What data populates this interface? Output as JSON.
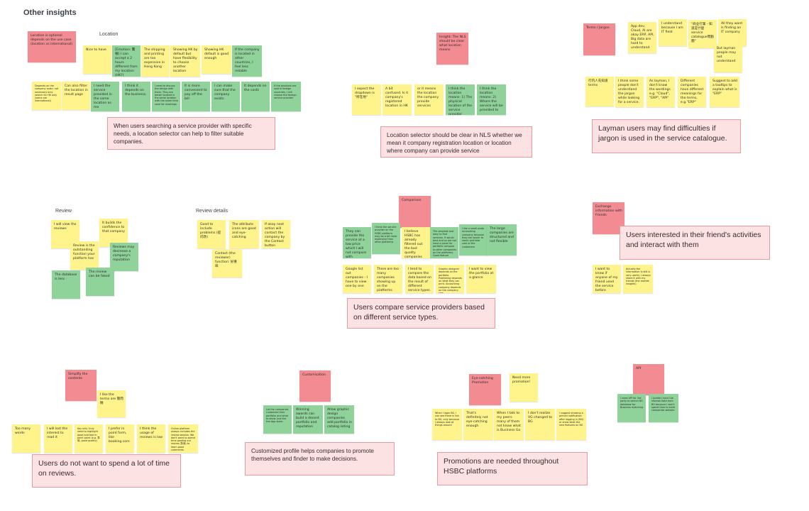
{
  "heading": "Other insights",
  "colors": {
    "yellow_note": "#fff48b",
    "green_note": "#8fd29a",
    "red_note": "#f28b92",
    "callout_fill": "#fde2e4",
    "callout_border": "#e89aa0"
  },
  "labels": {
    "location": "Location",
    "review": "Review",
    "review_details": "Review details"
  },
  "notes": [
    {
      "t": "Location is optional depends on the use case (location vs international)"
    },
    {
      "t": "Nice to have"
    },
    {
      "t": "[Emotion: 驚嚇] I can accept a 2 hours different from my location (HK?)"
    },
    {
      "t": "The shipping and printing are too expensive in Hong Kong"
    },
    {
      "t": "Showing HK by default but have flexibility to choose another location"
    },
    {
      "t": "Showing HK default is good enough"
    },
    {
      "t": "If the company is located in other countries, I feel less reliable"
    },
    {
      "t": "Depends on the company scale; not necessary only search for HK only (some are international)"
    },
    {
      "t": "Can also filter the location in result page"
    },
    {
      "t": "I need the service provided in the same location as me"
    },
    {
      "t": "I think it depends on the business."
    },
    {
      "t": "I need to discuss the design with them. They are better located in the same location with the same time zone for meetings"
    },
    {
      "t": "It is more convenient to pay off the bill"
    },
    {
      "t": "I can make sure that the company exists."
    },
    {
      "t": "It depends on the costs"
    },
    {
      "t": "If the products are sold in foreign countries, I will choose the foreign service provider"
    },
    {
      "t": "Insight: The NLS should be clear what location means"
    },
    {
      "t": "I expect the dropdown is \"所在地\""
    },
    {
      "t": "A bit confused. Is it company's registered location in HK"
    },
    {
      "t": "or it means the location the company provide services"
    },
    {
      "t": "I think the location means: 1) The physical location of the service provider"
    },
    {
      "t": "I think the location means: 2) Where the service will be provided to"
    },
    {
      "t": "Terms / Jargon"
    },
    {
      "t": "App dev, Cloud, AI are okay ERP, API, Big data are hard to understand"
    },
    {
      "t": "I understand because I am IT field"
    },
    {
      "t": "\"商业行業 - 知道是什麼service catalogue而動圖\""
    },
    {
      "t": "All they want is finding an IT company"
    },
    {
      "t": "But layman people may not understand"
    },
    {
      "t": "行内人先知道terms"
    },
    {
      "t": "I think some people don't understand the jargon while looking for a service."
    },
    {
      "t": "As layman, I don't know the wordings e.g. \"Cloud\", \"ERP\", \"API\""
    },
    {
      "t": "Different companies have different meanings for the terms, e.g.\"ERP\""
    },
    {
      "t": "Suggest to add a tooltips to explain what is \"ERP\""
    },
    {
      "t": "I will view the reviews"
    },
    {
      "t": "It builds the confidence to that company"
    },
    {
      "t": "Review is the outstanding function your platform has"
    },
    {
      "t": "Reviews may decrease a company's reputation"
    },
    {
      "t": "The database is less"
    },
    {
      "t": "The review can be faked"
    },
    {
      "t": "Good to include problems (提问改)"
    },
    {
      "t": "The attribute icons are good and eye-catching"
    },
    {
      "t": "If okay next action will contact the company by the Contact button"
    },
    {
      "t": "Contact (the reviewer) function: 好重味"
    },
    {
      "t": "Comparison"
    },
    {
      "t": "They can provide the service at a low price which I will not compare with"
    },
    {
      "t": "I think the service provider on the HSBC platform may be a bit more expensive than other platforms"
    },
    {
      "t": "I believe HSBC has already filtered out the bad quality companies"
    },
    {
      "t": "The simplest and easy to find services. It would best and so are not have a panel for portfolio compare to other companies on the platforms. Good feature"
    },
    {
      "t": "I like a small-scale accounting company because they are easier to reach and take care of the customers"
    },
    {
      "t": "The large companies are structured and not flexible"
    },
    {
      "t": "Google list out companies - I have to view one by one"
    },
    {
      "t": "There are too many companies showing up on the platforms"
    },
    {
      "t": "I tend to compare the data based on the result of different service types."
    },
    {
      "t": "Graphic designer depends on the portfolio. Publishing depends on what they can print. Accounting company depends on the company size"
    },
    {
      "t": "I want to view the portfolio at a glance"
    },
    {
      "t": "Exchange information with friends"
    },
    {
      "t": "I want to know if anyone of my friend used the service before"
    },
    {
      "t": "Actually the information is still is very useful. I always share it with my friends (the market insights)"
    },
    {
      "t": "Simplify the contents"
    },
    {
      "t": "I like the terms are 簡而精"
    },
    {
      "t": "Too many words"
    },
    {
      "t": "I will lost the interest to read it"
    },
    {
      "t": "Key info: Only need to highlight good and bad in point point (e.g. 準時, good quality)"
    },
    {
      "t": "I prefer in point form, like booking.com"
    },
    {
      "t": "I think the usage of reviews is low"
    },
    {
      "t": "Online platform always includes the review session. We don't want to spend time posting our review (對我) to learn good comments"
    },
    {
      "t": "Customisation"
    },
    {
      "t": "Let the companies customize their portfolio and what to show. Just like the App store."
    },
    {
      "t": "Winning awards can build a decent portfolio and reputation"
    },
    {
      "t": "Allow graphic design companies add portfolio in catalog listing"
    },
    {
      "t": "Eye-catching Promotion"
    },
    {
      "t": "Need more promotion!"
    },
    {
      "t": "When I login BG, I can see there is link to BG, only because I always look at things around"
    },
    {
      "t": "That's definitely not eye-catching enough"
    },
    {
      "t": "When I talk to my peers many of them not know what is Business Go"
    },
    {
      "t": "I don't realize VG changed to BG"
    },
    {
      "t": "I suggest showing a pinned notification after logging in (BG) or show what the new features on BG"
    },
    {
      "t": "API"
    },
    {
      "t": "I need API for 3rd party to search BG database for Business matching"
    },
    {
      "t": "I (prefer) have the reviews data from BG because I won't spend time to build companies website"
    }
  ],
  "callouts": [
    {
      "t": "When users searching a service provider with specific needs, a location selector can help to filter suitable companies."
    },
    {
      "t": "Location selector should be clear in NLS whether we mean it company registration location or location where company can provide service"
    },
    {
      "t": "Layman users may find difficulties if jargon is used in the service catalogue."
    },
    {
      "t": "Users interested in their friend's activities and interact with them"
    },
    {
      "t": "Users compare service providers based on different service types."
    },
    {
      "t": "Users do not want to spend a lot of time on reviews."
    },
    {
      "t": "Customized profile helps companies to promote themselves and finder to make decisions."
    },
    {
      "t": "Promotions are needed throughout HSBC platforms"
    }
  ]
}
